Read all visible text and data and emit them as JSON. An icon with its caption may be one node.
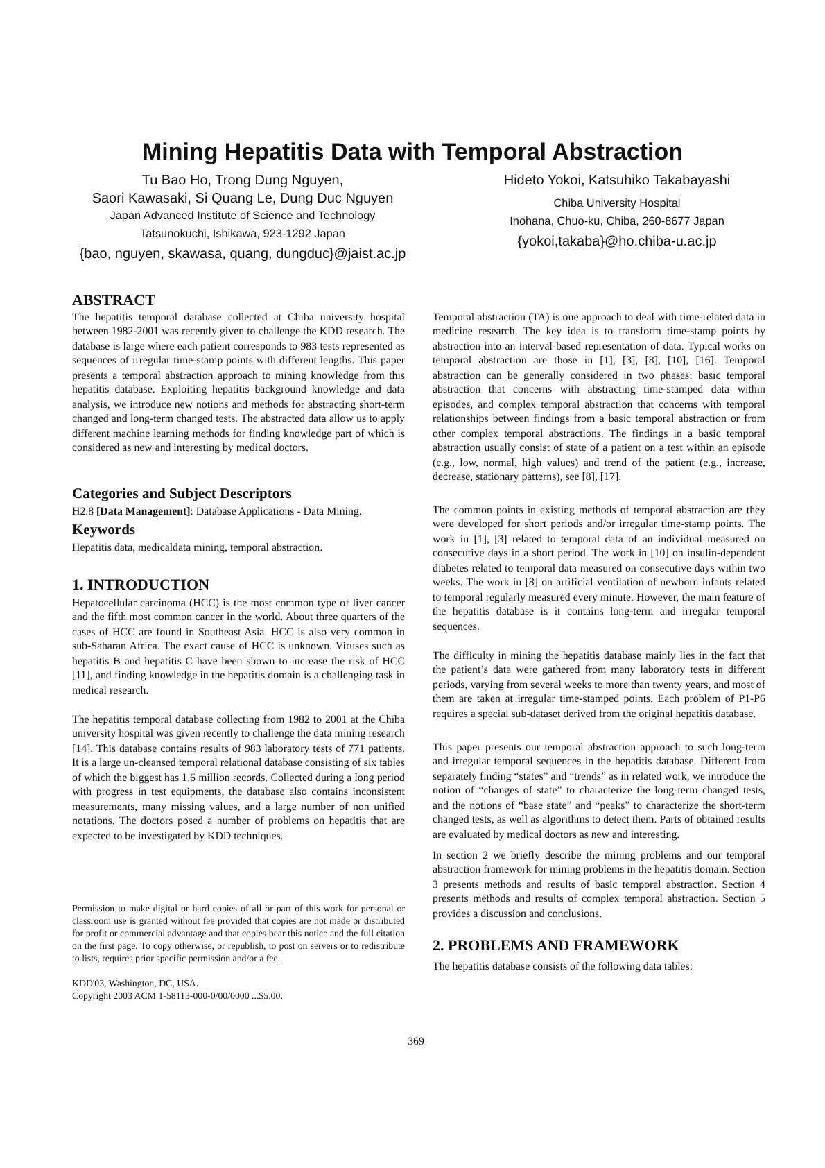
{
  "diagram": {
    "title": "Mining Hepatitis Data with Temporal Abstraction",
    "labels": [
      "Tu Bao Ho, Trong Dung Nguyen,",
      "Saori Kawasaki, Si Quang Le, Dung Duc Nguyen",
      "Japan Advanced Institute of Science and Technology",
      "Tatsunokuchi, Ishikawa, 923-1292 Japan",
      "{bao, nguyen, skawasa, quang, dungduc}@jaist.ac.jp",
      "Hideto Yokoi, Katsuhiko Takabayashi",
      "Chiba University Hospital",
      "Inohana, Chuo-ku, Chiba, 260-8677 Japan",
      "{yokoi,takaba}@ho.chiba-u.ac.jp",
      "ABSTRACT",
      "The hepatitis temporal database collected at Chiba university hospital between 1982-2001 was recently given to challenge the KDD research. The database is large where each patient corresponds to 983 tests represented as sequences of irregular time-stamp points with different lengths. This paper presents a temporal abstraction approach to mining knowledge from this hepatitis database. Exploiting hepatitis background knowledge and data analysis, we introduce new notions and methods for abstracting short-term changed and long-term changed tests. The abstracted data allow us to apply different machine learning methods for finding knowledge part of which is considered as new and interesting by medical doctors.",
      "Categories and Subject Descriptors",
      "H2.8 **[Data Management]**: Database Applications - Data Mining.",
      "Keywords",
      "Hepatitis data, medicaldata mining, temporal abstraction.",
      "1. INTRODUCTION",
      "Hepatocellular carcinoma (HCC) is the most common type of liver cancer and the fifth most common cancer in the world. About three quarters of the cases of HCC are found in Southeast Asia. HCC is also very common in sub-Saharan Africa. The exact cause of HCC is unknown. Viruses such as hepatitis B and hepatitis C have been shown to increase the risk of HCC [11], and finding knowledge in the hepatitis domain is a challenging task in medical research.",
      "The hepatitis temporal database collecting from 1982 to 2001 at the Chiba university hospital was given recently to challenge the data mining research [14]. This database contains results of 983 laboratory tests of 771 patients. It is a large un-cleansed temporal relational database consisting of six tables of which the biggest has 1.6 million records. Collected during a long period with progress in test equipments, the database also contains inconsistent measurements, many missing values, and a large number of non unified notations. The doctors posed a number of problems on hepatitis that are expected to be investigated by KDD techniques.",
      "Permission to make digital or hard copies of all or part of this work for personal or classroom use is granted without fee provided that copies are not made or distributed for profit or commercial advantage and that copies bear this notice and the full citation on the first page. To copy otherwise, or republish, to post on servers or to redistribute to lists, requires prior specific permission and/or a fee.",
      "KDD'03, Washington, DC, USA.",
      "Copyright 2003 ACM 1-58113-000-0/00/0000 ...$5.00.",
      "369",
      "Temporal abstraction (TA) is one approach to deal with time-related data in medicine research. The key idea is to transform time-stamp points by abstraction into an interval-based representation of data. Typical works on temporal abstraction are those in [1], [3], [8], [10], [16]. Temporal abstraction can be generally considered in two phases: basic temporal abstraction that concerns with abstracting time-stamped data within episodes, and complex temporal abstraction that concerns with temporal relationships between findings from a basic temporal abstraction or from other complex temporal abstractions. The findings in a basic temporal abstraction usually consist of state of a patient on a test within an episode (e.g., low, normal, high values) and trend of the patient (e.g., increase, decrease, stationary patterns), see [8], [17].",
      "The common points in existing methods of temporal abstraction are they were developed for short periods and/or irregular time-stamp points. The work in [1], [3] related to temporal data of an individual measured on consecutive days in a short period. The work in [10] on insulin-dependent diabetes related to temporal data measured on consecutive days within two weeks. The work in [8] on artificial ventilation of newborn infants related to temporal regularly measured every minute. However, the main feature of the hepatitis database is it contains long-term and irregular temporal sequences.",
      "The difficulty in mining the hepatitis database mainly lies in the fact that the patient’s data were gathered from many laboratory tests in different periods, varying from several weeks to more than twenty years, and most of them are taken at irregular time-stamped points. Each problem of P1-P6 requires a special sub-dataset derived from the original hepatitis database.",
      "This paper presents our temporal abstraction approach to such long-term and irregular temporal sequences in the hepatitis database. Different from separately finding “states” and “trends” as in related work, we introduce the notion of “changes of state” to characterize the long-term changed tests, and the notions of “base state” and “peaks” to characterize the short-term changed tests, as well as algorithms to detect them. Parts of obtained results are evaluated by medical doctors as new and interesting.",
      "In section 2 we briefly describe the mining problems and our temporal abstraction framework for mining problems in the hepatitis domain. Section 3 presents methods and results of basic temporal abstraction. Section 4 presents methods and results of complex temporal abstraction. Section 5 provides a discussion and conclusions.",
      "2. PROBLEMS AND FRAMEWORK",
      "The hepatitis database consists of the following data tables:"
    ]
  }
}
